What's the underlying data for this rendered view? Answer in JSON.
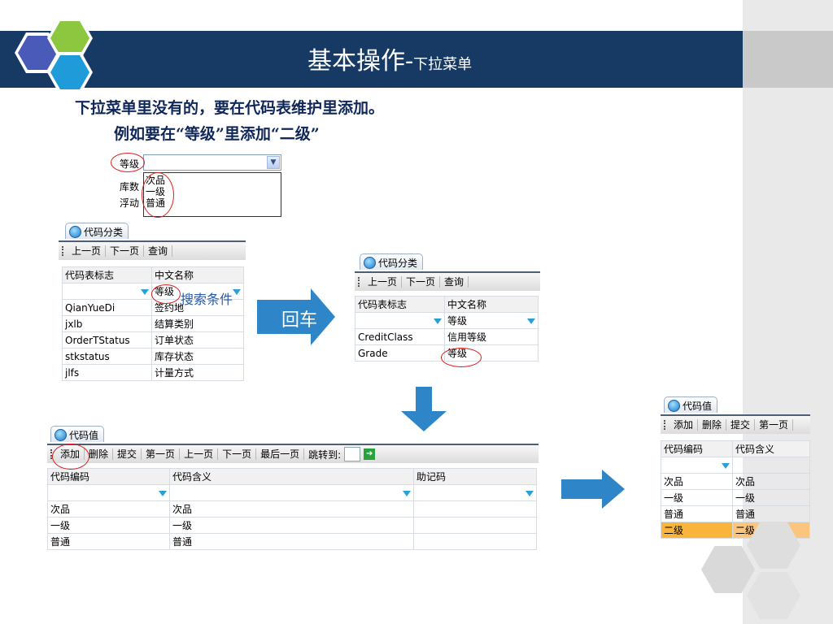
{
  "slide": {
    "title_main": "基本操作-",
    "title_sub": "下拉菜单",
    "line1": "下拉菜单里没有的，要在代码表维护里添加。",
    "line2": "例如要在“等级”里添加“二级”"
  },
  "dropdown_demo": {
    "labels": [
      "等级",
      "库数",
      "浮动"
    ],
    "options": [
      "次品",
      "一级",
      "普通"
    ]
  },
  "panel_left": {
    "tab": "代码分类",
    "toolbar": [
      "上一页",
      "下一页",
      "查询"
    ],
    "headers": [
      "代码表标志",
      "中文名称"
    ],
    "filter_value": "等级",
    "rows": [
      [
        "QianYueDi",
        "签约地"
      ],
      [
        "jxlb",
        "结算类别"
      ],
      [
        "OrderTStatus",
        "订单状态"
      ],
      [
        "stkstatus",
        "库存状态"
      ],
      [
        "jlfs",
        "计量方式"
      ]
    ]
  },
  "search_label": "搜索条件",
  "enter_label": "回车",
  "panel_right": {
    "tab": "代码分类",
    "toolbar": [
      "上一页",
      "下一页",
      "查询"
    ],
    "headers": [
      "代码表标志",
      "中文名称"
    ],
    "filter_value": "等级",
    "rows": [
      [
        "CreditClass",
        "信用等级"
      ],
      [
        "Grade",
        "等级"
      ]
    ]
  },
  "panel_codes": {
    "tab": "代码值",
    "toolbar": [
      "添加",
      "删除",
      "提交",
      "第一页",
      "上一页",
      "下一页",
      "最后一页",
      "跳转到:"
    ],
    "headers": [
      "代码编码",
      "代码含义",
      "助记码"
    ],
    "rows": [
      [
        "次品",
        "次品",
        ""
      ],
      [
        "一级",
        "一级",
        ""
      ],
      [
        "普通",
        "普通",
        ""
      ]
    ]
  },
  "panel_result": {
    "tab": "代码值",
    "toolbar": [
      "添加",
      "删除",
      "提交",
      "第一页"
    ],
    "headers": [
      "代码编码",
      "代码含义"
    ],
    "rows": [
      [
        "次品",
        "次品"
      ],
      [
        "一级",
        "一级"
      ],
      [
        "普通",
        "普通"
      ],
      [
        "二级",
        "二级"
      ]
    ]
  },
  "colors": {
    "title_bar": "#163a63",
    "arrow": "#2e86c8",
    "highlight_row": "#f9b53b",
    "annotation": "#d92020"
  }
}
